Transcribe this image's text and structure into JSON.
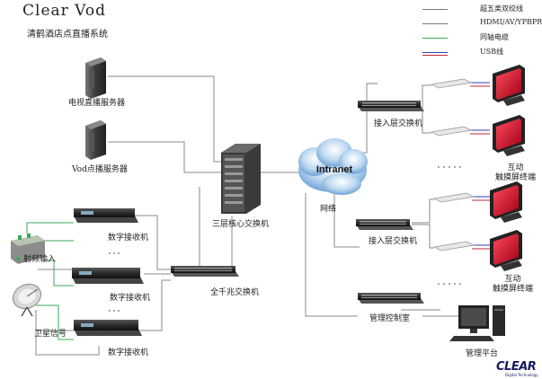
{
  "header": {
    "title": "Clear Vod",
    "subtitle": "清鹤酒店点直播系统"
  },
  "legend": {
    "items": [
      {
        "label": "超五类双绞线",
        "color": "#777777"
      },
      {
        "label": "HDMI/AV/YPBPR",
        "color": "#777777"
      },
      {
        "label": "同轴电缆",
        "color": "#3aaa55"
      },
      {
        "label": "USB线",
        "color": "#2c3eb8",
        "color2": "#c0283a"
      }
    ]
  },
  "nodes": {
    "tv_server": "电视直播服务器",
    "vod_server": "Vod点播服务器",
    "core_switch": "三层核心交换机",
    "gigabit_switch": "全千兆交换机",
    "receiver_1": "数字接收机",
    "receiver_2": "数字接收机",
    "receiver_3": "数字接收机",
    "rf_input": "射频输入",
    "satellite": "卫星信号",
    "intranet": "Intranet",
    "network": "网络",
    "access_switch_1": "接入层交换机",
    "access_switch_2": "接入层交换机",
    "terminal_1": "互动\n触摸屏终端",
    "terminal_2": "互动\n触摸屏终端",
    "control_room": "管理控制室",
    "mgmt_platform": "管理平台"
  },
  "brand": {
    "logo": "CLEAR",
    "tagline": "Digital Technology"
  },
  "colors": {
    "cable": "#777777",
    "coax": "#3aaa55",
    "usb_blue": "#2c3eb8",
    "usb_red": "#c0283a",
    "screen_red": "#d0102a",
    "device_dark": "#2b2b2b"
  }
}
